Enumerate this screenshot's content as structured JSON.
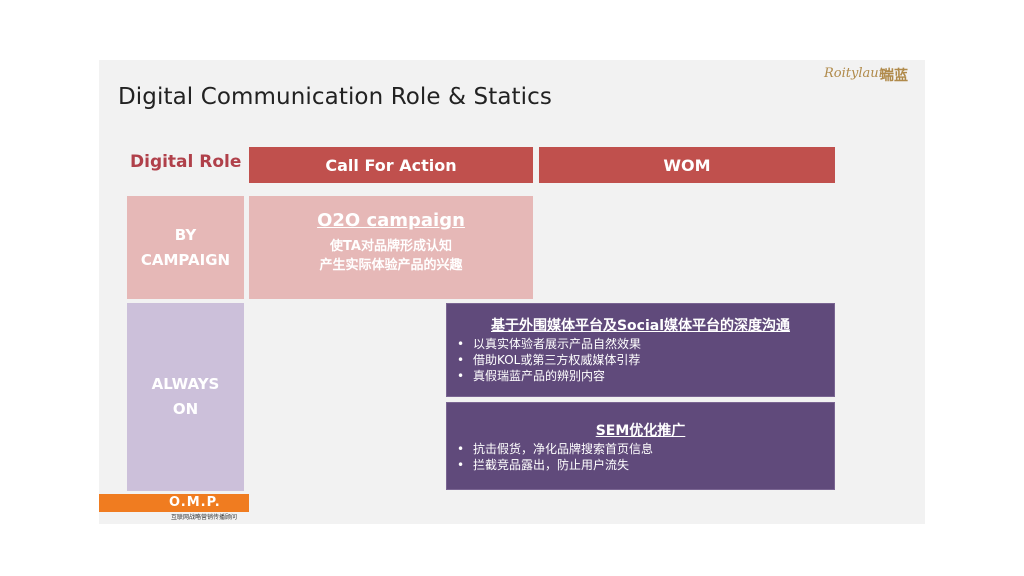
{
  "slide": {
    "title": "Digital Communication Role & Statics",
    "logo_script": "Roitylauir",
    "logo_cn": "瑞蓝"
  },
  "table": {
    "row_header_label": "Digital Role",
    "columns": [
      "Call For Action",
      "WOM"
    ],
    "rows": [
      {
        "label_line1": "BY",
        "label_line2": "CAMPAIGN"
      },
      {
        "label_line1": "ALWAYS",
        "label_line2": "ON"
      }
    ]
  },
  "o2o": {
    "title": "O2O campaign",
    "line1": "使TA对品牌形成认知",
    "line2": "产生实际体验产品的兴趣"
  },
  "wom_box": {
    "title": "基于外围媒体平台及Social媒体平台的深度沟通",
    "bullets": [
      "以真实体验者展示产品自然效果",
      "借助KOL或第三方权威媒体引荐",
      "真假瑞蓝产品的辨别内容"
    ]
  },
  "sem_box": {
    "title": "SEM优化推广",
    "bullets": [
      "抗击假货，净化品牌搜索首页信息",
      "拦截竞品露出，防止用户流失"
    ]
  },
  "footer": {
    "brand_mark": "O.M.P.",
    "brand_sub": "互联网战略营销传播顾问"
  },
  "colors": {
    "header_red": "#c0504d",
    "pink": "#e6b8b7",
    "lavender": "#ccc0da",
    "purple": "#604a7b",
    "orange": "#f07c20"
  }
}
